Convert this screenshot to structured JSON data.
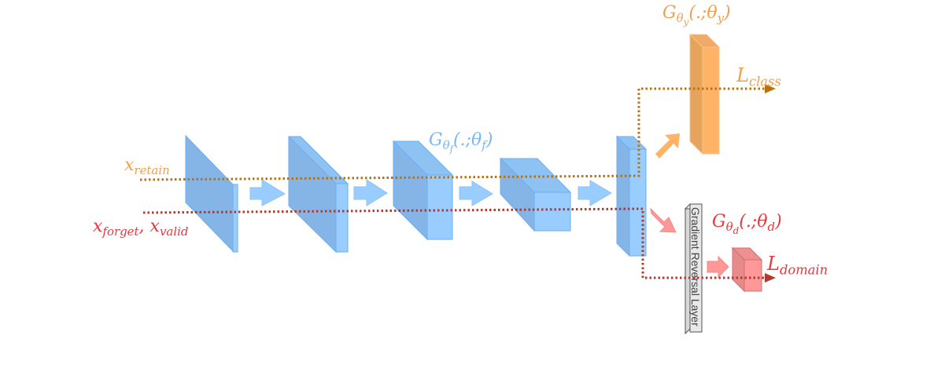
{
  "colors": {
    "feature_front": "#99ccff",
    "feature_side": "#85b5e6",
    "feature_stroke": "#6aaef2",
    "label_predictor_front": "#ffb366",
    "label_predictor_side": "#e6a35c",
    "domain_front": "#ff9999",
    "domain_side": "#e68a8a",
    "retain_line": "#b8720f",
    "forget_line": "#b03a2e",
    "retain_text": "#f0a050",
    "forget_text": "#e8383d",
    "feature_text": "#7ab8f5",
    "domain_text": "#e8383d",
    "grl_fill": "#e8e8e8",
    "grl_stroke": "#555555"
  },
  "inputs": {
    "retain": {
      "base": "x",
      "sub": "retain"
    },
    "forget_valid": {
      "base1": "x",
      "sub1": "forget",
      "sep": ",",
      "base2": "x",
      "sub2": "valid"
    }
  },
  "feature_extractor": {
    "label_base": "G",
    "label_sub": "θ",
    "label_subsub": "f",
    "label_args": "(.;θ",
    "label_args_sub": "f",
    "label_close": ")"
  },
  "label_predictor": {
    "label_base": "G",
    "label_sub": "θ",
    "label_subsub": "y",
    "label_args": "(.;θ",
    "label_args_sub": "y",
    "label_close": ")"
  },
  "domain_classifier": {
    "label_base": "G",
    "label_sub": "θ",
    "label_subsub": "d",
    "label_args": "(.;θ",
    "label_args_sub": "d",
    "label_close": ")"
  },
  "losses": {
    "class": {
      "base": "L",
      "sub": "class"
    },
    "domain": {
      "base": "L",
      "sub": "domain"
    }
  },
  "grl": {
    "label": "Gradient Reversal Layer"
  }
}
